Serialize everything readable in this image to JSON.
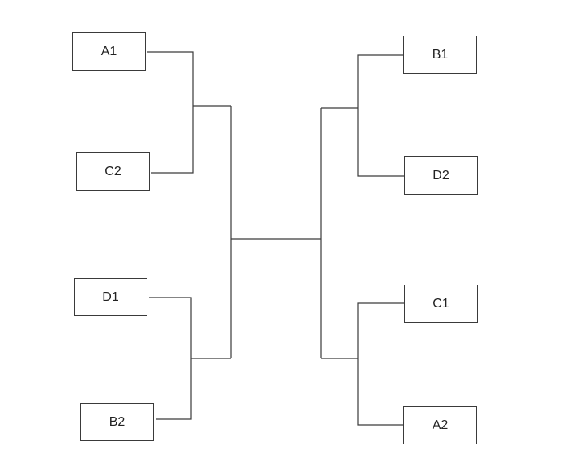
{
  "teams": {
    "a1": "A1",
    "c2": "C2",
    "d1": "D1",
    "b2": "B2",
    "b1": "B1",
    "d2": "D2",
    "c1": "C1",
    "a2": "A2"
  },
  "colors": {
    "line": "#3a3a3a",
    "box_border": "#3a3a3a",
    "text": "#222222",
    "background": "#ffffff"
  }
}
